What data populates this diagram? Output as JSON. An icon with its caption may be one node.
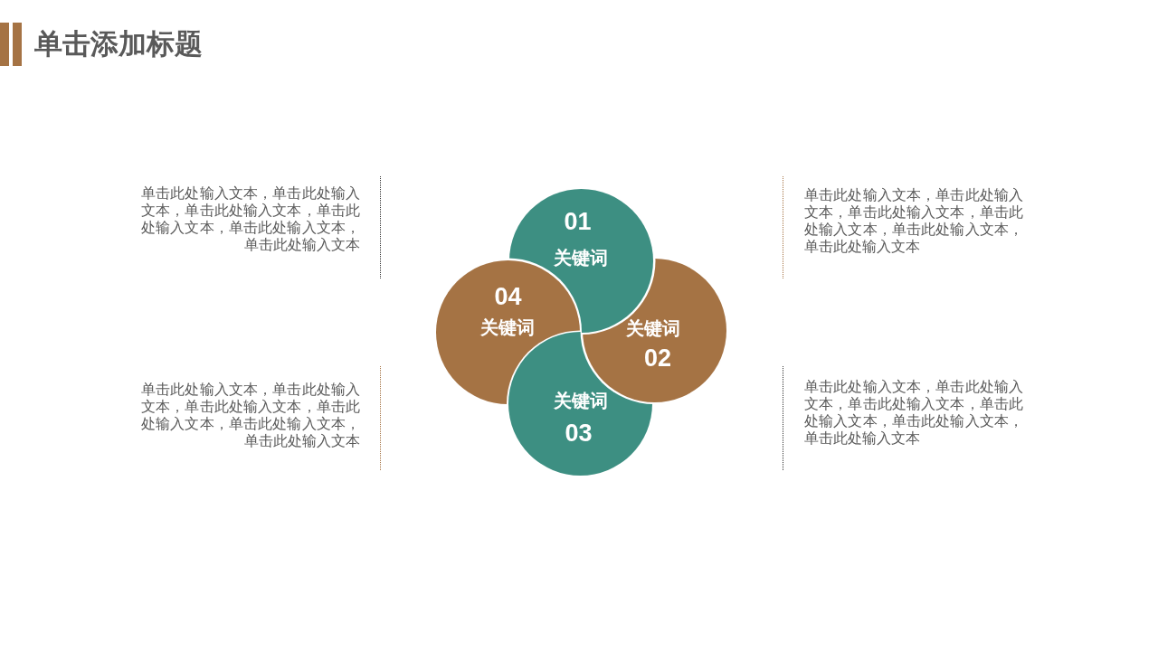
{
  "diagram": {
    "title": "单击添加标题",
    "nodes": [
      {
        "text": [
          "01",
          "关键词"
        ]
      },
      {
        "text": [
          "关键词",
          "02"
        ]
      },
      {
        "text": [
          "关键词",
          "03"
        ]
      },
      {
        "text": [
          "04",
          "关键词"
        ]
      }
    ],
    "labels": [
      "单击此处输入文本，单击此处输入文本，单击此处输入文本，单击此处输入文本，单击此处输入文本，单击此处输入文本",
      "单击此处输入文本，单击此处输入文本，单击此处输入文本，单击此处输入文本，单击此处输入文本，单击此处输入文本",
      "单击此处输入文本，单击此处输入文本，单击此处输入文本，单击此处输入文本，单击此处输入文本，单击此处输入文本",
      "单击此处输入文本，单击此处输入文本，单击此处输入文本，单击此处输入文本，单击此处输入文本，单击此处输入文本"
    ]
  }
}
